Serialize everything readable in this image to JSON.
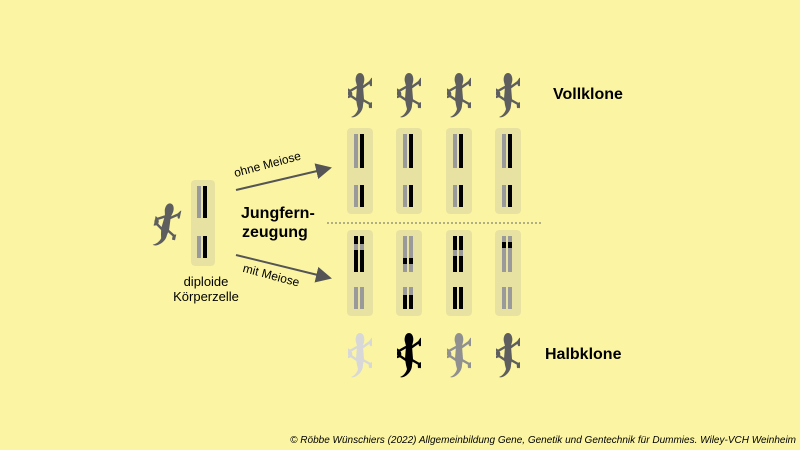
{
  "labels": {
    "full_clones": "Vollklone",
    "half_clones": "Halbklone",
    "parthenogenesis_line1": "Jungfern-",
    "parthenogenesis_line2": "zeugung",
    "without_meiosis": "ohne Meiose",
    "with_meiosis": "mit Meiose",
    "cell_line1": "diploide",
    "cell_line2": "Körperzelle",
    "credit": "© Röbbe Wünschiers (2022) Allgemeinbildung Gene, Genetik und Gentechnik für Dummies. Wiley-VCH Weinheim"
  },
  "icons": {
    "organism": "gecko-icon",
    "cell": "cell-icon",
    "chromosome": "chromosome-icon"
  },
  "colors": {
    "background": "#fbf5a3",
    "cell_fill": "#e8e2a2",
    "gecko_default": "#5e5e5e",
    "half_clone_geckos": [
      "#d8d8d8",
      "#000000",
      "#909090",
      "#5e5e5e"
    ],
    "chromosome_black": "#000000",
    "chromosome_gray": "#9a9a9a",
    "arrow": "#555555"
  }
}
